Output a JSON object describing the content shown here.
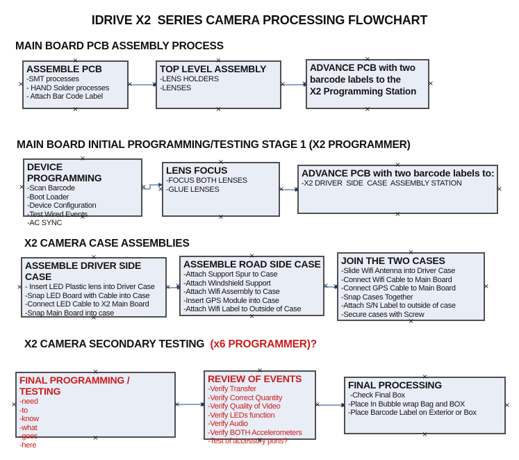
{
  "title": "IDRIVE X2  SERIES CAMERA PROCESSING FLOWCHART",
  "colors": {
    "box_fill": "#e9edf6",
    "box_border": "#4f4f4f",
    "arrow_line": "#8fa5c3",
    "arrow_head": "#2e4a8f",
    "red_text": "#cc1c1c",
    "heading_text": "#111111"
  },
  "icons": {
    "connection_handle": "×"
  },
  "sections": {
    "s1": {
      "heading": "MAIN BOARD PCB ASSEMBLY PROCESS"
    },
    "s2": {
      "heading": "MAIN BOARD INITIAL PROGRAMMING/TESTING STAGE 1 (X2 PROGRAMMER)"
    },
    "s3": {
      "heading": "X2 CAMERA CASE ASSEMBLIES"
    },
    "s4": {
      "heading": "X2 CAMERA SECONDARY TESTING  ",
      "heading_red": "(x6 PROGRAMMER)?"
    }
  },
  "boxes": {
    "assemble_pcb": {
      "title": "ASSEMBLE PCB",
      "items": [
        "-SMT processes",
        "- HAND Solder processes",
        "- Attach Bar Code Label"
      ]
    },
    "top_level_assembly": {
      "title": "TOP LEVEL ASSEMBLY",
      "items": [
        "-LENS HOLDERS",
        "-LENSES"
      ]
    },
    "advance_pcb_to_programming": {
      "title": "ADVANCE PCB with two\nbarcode labels to the\n X2 Programming Station",
      "items": []
    },
    "device_programming": {
      "title": "DEVICE PROGRAMMING",
      "items": [
        "-Scan Barcode",
        "-Boot Loader",
        "-Device Configuration",
        "-Test Wired Events",
        "-AC SYNC"
      ]
    },
    "lens_focus": {
      "title": "LENS FOCUS",
      "items": [
        "-FOCUS BOTH LENSES",
        "-GLUE LENSES"
      ]
    },
    "advance_pcb_to_driver_station": {
      "title": "ADVANCE PCB with two barcode labels to:",
      "items": [
        "-X2 DRIVER  SIDE  CASE  ASSEMBLY STATION"
      ]
    },
    "assemble_driver_side_case": {
      "title": "ASSEMBLE DRIVER SIDE CASE",
      "items": [
        "- Insert LED Plastic lens into Driver Case",
        "-Snap LED Board with Cable into Case",
        "-Connect LED Cable to X2 Main Board",
        "-Snap Main Board into case"
      ]
    },
    "assemble_road_side_case": {
      "title": "ASSEMBLE ROAD SIDE CASE",
      "items": [
        "-Attach Support Spur to Case",
        "-Attach Windshield Support",
        "-Attach Wifi Assembly to Case",
        "-Insert GPS Module into Case",
        "-Attach Wifi Label to Outside of Case"
      ]
    },
    "join_the_two_cases": {
      "title": "JOIN THE TWO CASES",
      "items": [
        "-Slide Wifi Antenna into Driver Case",
        "-Connect Wifi Cable to Main Board",
        "-Connect GPS Cable to Main Board",
        "-Snap Cases Together",
        "-Attach S/N Label to outside of case",
        "-Secure cases with Screw"
      ]
    },
    "final_programming_testing": {
      "title": "FINAL PROGRAMMING / TESTING",
      "items": [
        "-need",
        "-to",
        "-know",
        "-what",
        "-goes",
        "-here"
      ]
    },
    "review_of_events": {
      "title": "REVIEW OF EVENTS",
      "items": [
        "-Verify Transfer",
        "-Verify Correct Quantity",
        "-Verify Quality of Video",
        "-Verify LEDs function",
        "-Verify Audio",
        "-Verify BOTH Accelerometers",
        "-Test of accessory ports?"
      ]
    },
    "final_processing": {
      "title": "FINAL PROCESSING",
      "items": [
        " -Check Final Box",
        "-Place In Bubble wrap Bag and BOX",
        "-Place Barcode Label on Exterior or Box"
      ]
    }
  }
}
